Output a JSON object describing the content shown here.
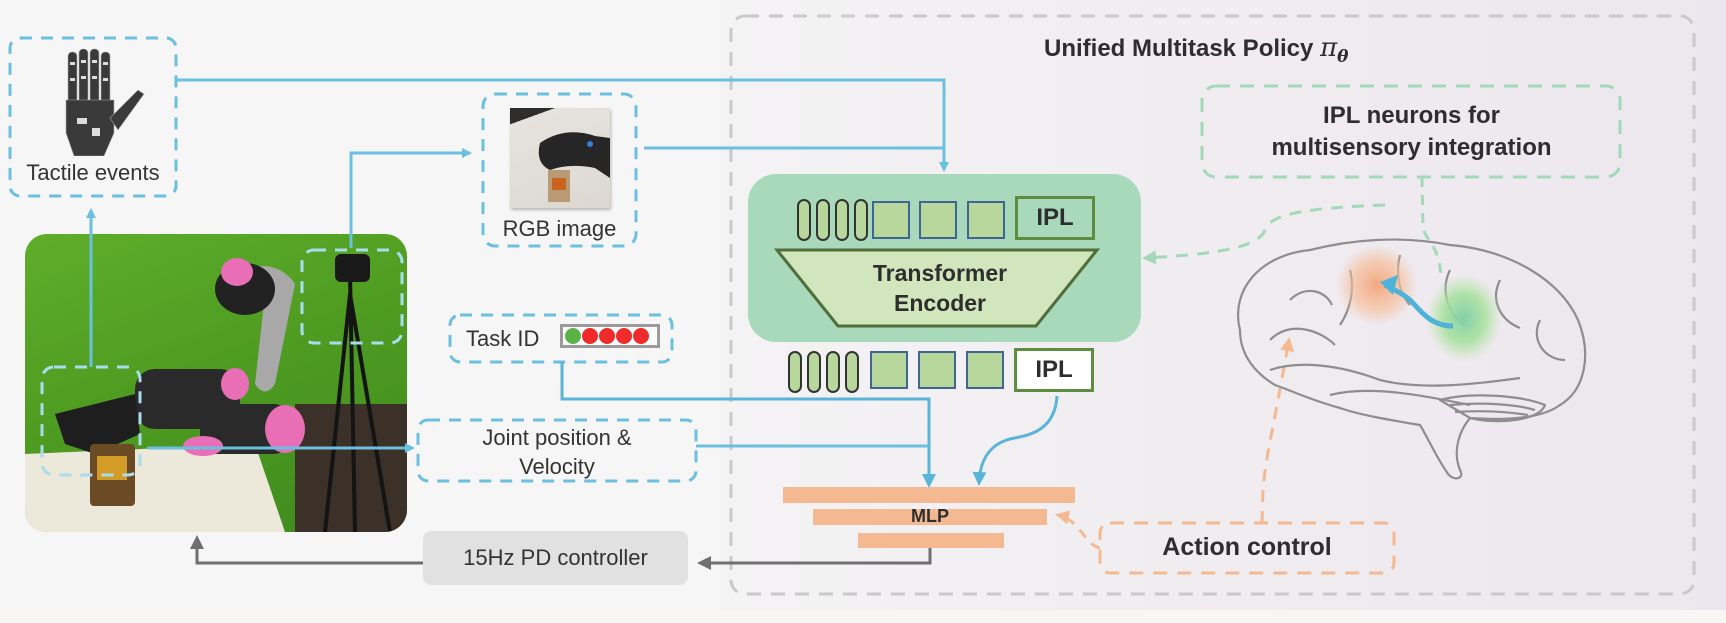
{
  "title": {
    "text": "Unified Multitask Policy",
    "symbol": "π",
    "subscript": "θ"
  },
  "inputs": {
    "tactile": {
      "label": "Tactile events",
      "image": "robotic-hand-with-tactile-sensors"
    },
    "rgb": {
      "label": "RGB image",
      "image": "robot-hand-grasping-jar"
    },
    "task_id": {
      "label": "Task ID",
      "one_hot": [
        "active",
        "inactive",
        "inactive",
        "inactive",
        "inactive"
      ]
    },
    "joint": {
      "label_line1": "Joint position &",
      "label_line2": "Velocity"
    }
  },
  "robot_photo": {
    "description": "robot-arm-with-dexterous-hand-green-screen"
  },
  "encoder": {
    "ipl_top": "IPL",
    "ipl_bottom": "IPL",
    "label_line1": "Transformer",
    "label_line2": "Encoder",
    "token_groups": {
      "ovals": 4,
      "squares": 3
    }
  },
  "ipl_neurons": {
    "line1": "IPL neurons for",
    "line2": "multisensory integration"
  },
  "mlp": {
    "label": "MLP"
  },
  "action_control": {
    "label": "Action control"
  },
  "controller": {
    "label": "15Hz PD controller"
  },
  "colors": {
    "flow_blue": "#6bbfdf",
    "dash_gray": "#c9c9c9",
    "dash_green": "#a3d9b9",
    "dash_orange": "#f4b990",
    "encoder_bg": "#a8d9bb",
    "token_green": "#b8d79c",
    "token_border_blue": "#3f6593",
    "ipl_border": "#5e8d40",
    "mlp": "#f4b990",
    "onehot_active": "#5bb346",
    "onehot_inactive": "#ef2b2b",
    "output_arrow": "#707070"
  }
}
